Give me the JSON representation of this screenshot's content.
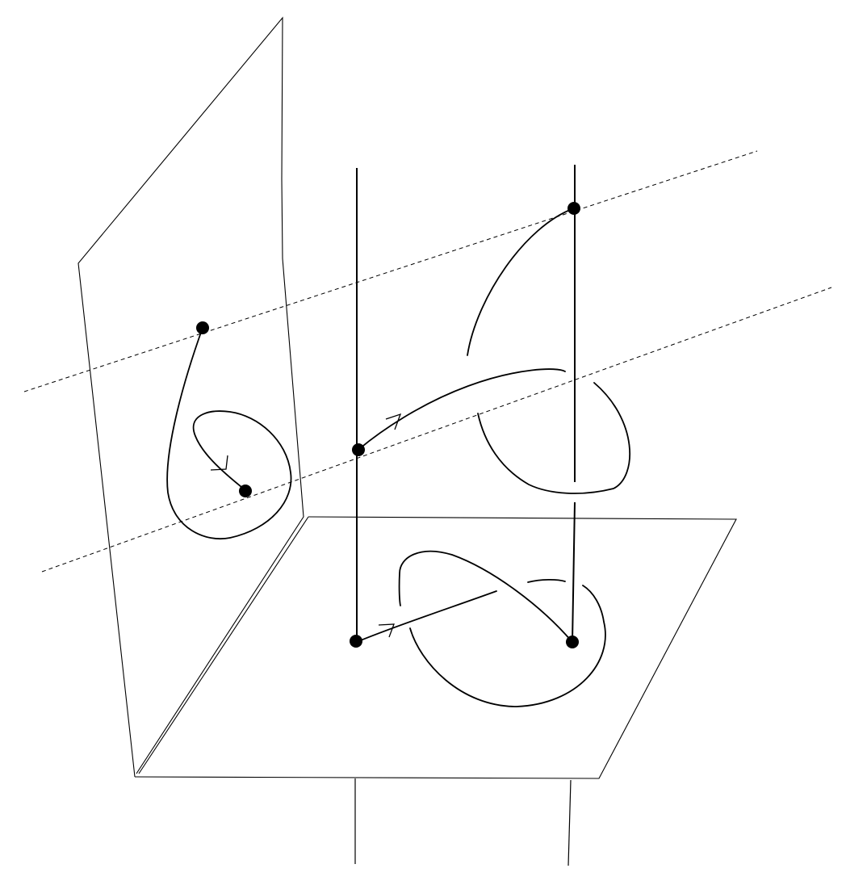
{
  "figure": {
    "description_type": "3d-knot-projection-diagram",
    "colors": {
      "ink": "#000000",
      "background": "#ffffff"
    },
    "marked_points": 6,
    "arrows": 3
  }
}
